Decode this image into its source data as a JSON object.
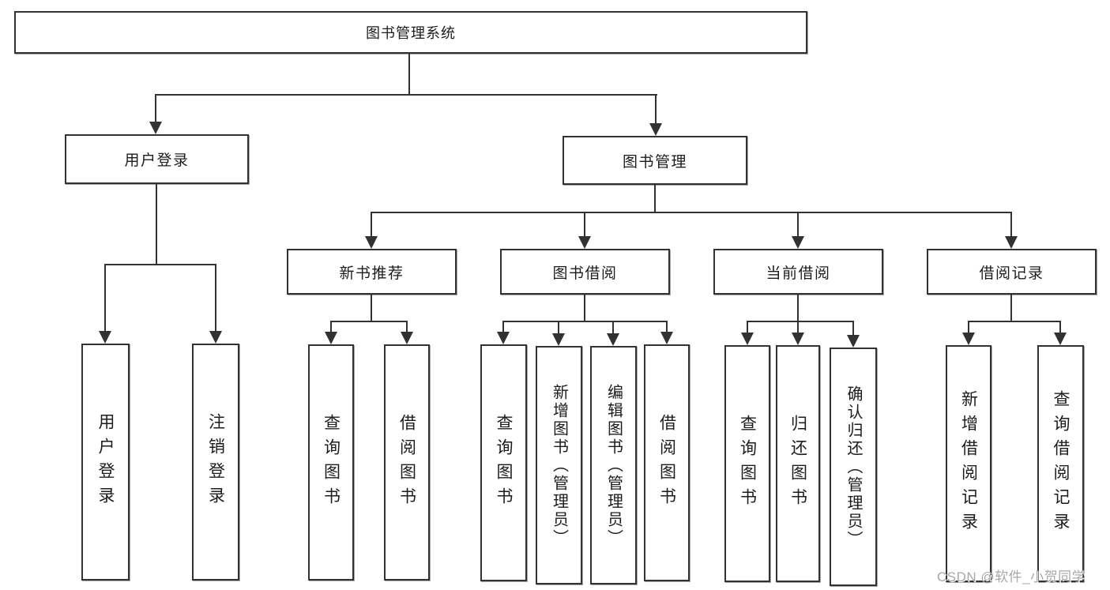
{
  "diagram": {
    "root": "图书管理系统",
    "branches": [
      {
        "label": "用户登录",
        "children": [
          {
            "label": "用户登录"
          },
          {
            "label": "注销登录"
          }
        ]
      },
      {
        "label": "图书管理",
        "children": [
          {
            "label": "新书推荐",
            "children": [
              {
                "label": "查询图书"
              },
              {
                "label": "借阅图书"
              }
            ]
          },
          {
            "label": "图书借阅",
            "children": [
              {
                "label": "查询图书"
              },
              {
                "label": "新增图书（管理员）"
              },
              {
                "label": "编辑图书（管理员）"
              },
              {
                "label": "借阅图书"
              }
            ]
          },
          {
            "label": "当前借阅",
            "children": [
              {
                "label": "查询图书"
              },
              {
                "label": "归还图书"
              },
              {
                "label": "确认归还（管理员）"
              }
            ]
          },
          {
            "label": "借阅记录",
            "children": [
              {
                "label": "新增借阅记录"
              },
              {
                "label": "查询借阅记录"
              }
            ]
          }
        ]
      }
    ]
  },
  "watermark": "CSDN @软件_小贺同学",
  "colors": {
    "line": "#323232",
    "border": "#323232",
    "text": "#1c1c1c",
    "watermark": "#a8a8a8"
  }
}
